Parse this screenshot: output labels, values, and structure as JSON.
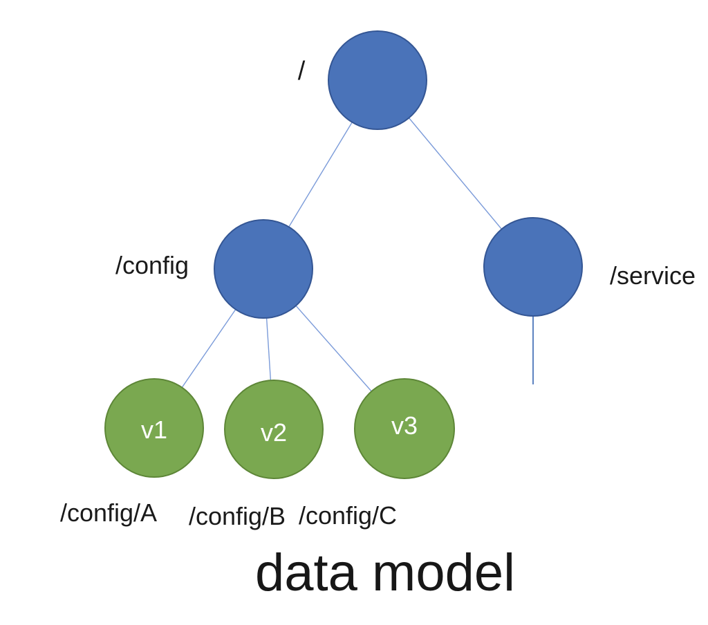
{
  "title": "data model",
  "nodes": {
    "root": {
      "label": "/"
    },
    "config": {
      "label": "/config"
    },
    "service": {
      "label": "/service"
    },
    "v1": {
      "label": "v1",
      "path": "/config/A"
    },
    "v2": {
      "label": "v2",
      "path": "/config/B"
    },
    "v3": {
      "label": "v3",
      "path": "/config/C"
    }
  },
  "colors": {
    "branch_fill": "#4a73b9",
    "branch_stroke": "#345694",
    "leaf_fill": "#7aa850",
    "leaf_stroke": "#5d8637",
    "edge": "#7b9bd9",
    "edge_stub": "#4a74ba",
    "leaf_text": "#ffffff",
    "label_text": "#1a1a1a"
  }
}
